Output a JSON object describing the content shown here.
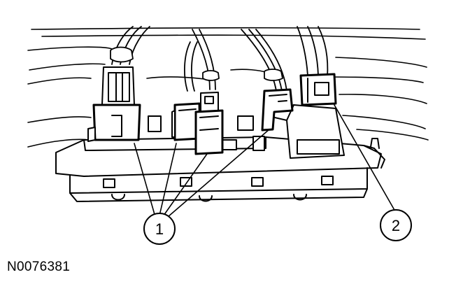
{
  "figure": {
    "id": "N0076381"
  },
  "callouts": [
    {
      "label": "1"
    },
    {
      "label": "2"
    }
  ]
}
